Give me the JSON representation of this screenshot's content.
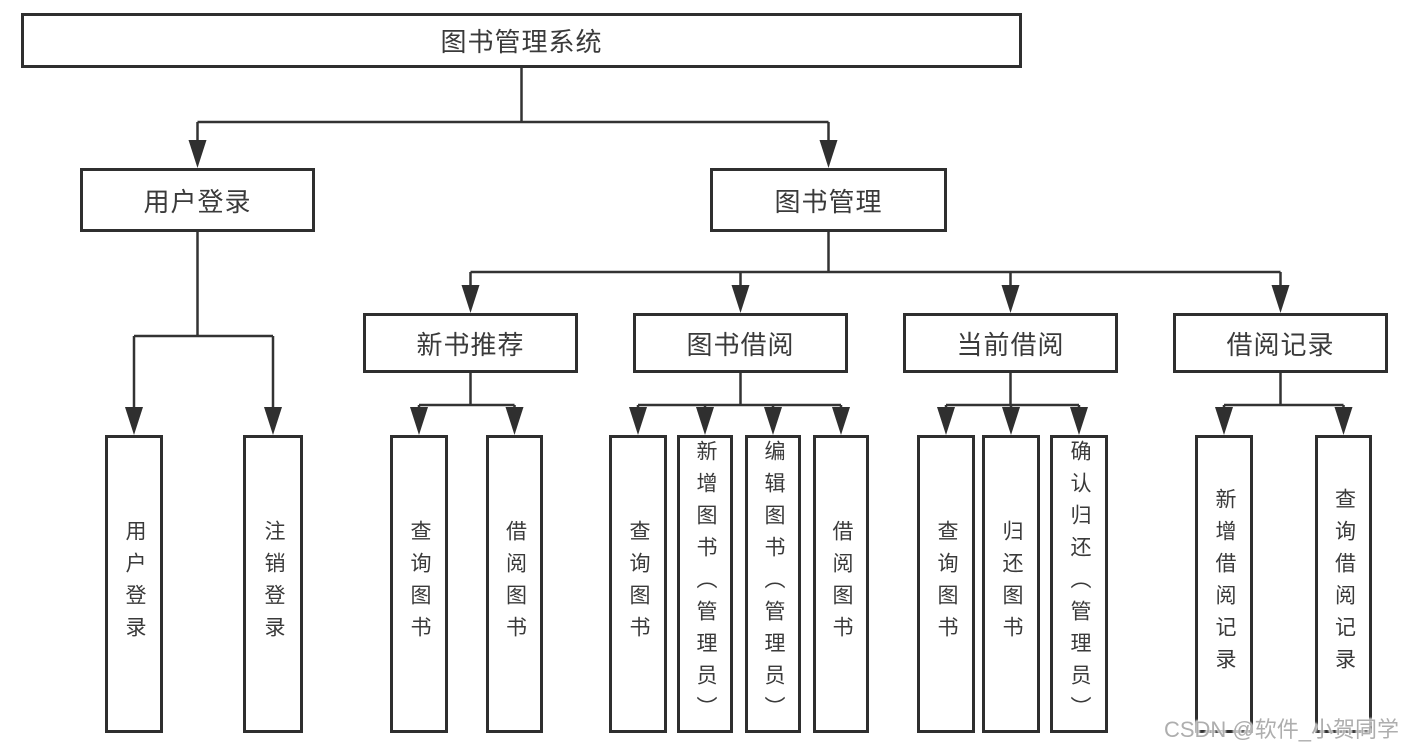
{
  "diagram": {
    "root": "图书管理系统",
    "branches": [
      {
        "label": "用户登录",
        "children": [
          "用户登录",
          "注销登录"
        ]
      },
      {
        "label": "图书管理",
        "groups": [
          {
            "label": "新书推荐",
            "children": [
              "查询图书",
              "借阅图书"
            ]
          },
          {
            "label": "图书借阅",
            "children": [
              "查询图书",
              "新增图书（管理员）",
              "编辑图书（管理员）",
              "借阅图书"
            ]
          },
          {
            "label": "当前借阅",
            "children": [
              "查询图书",
              "归还图书",
              "确认归还（管理员）"
            ]
          },
          {
            "label": "借阅记录",
            "children": [
              "新增借阅记录",
              "查询借阅记录"
            ]
          }
        ]
      }
    ]
  },
  "watermark": "CSDN @软件_小贺同学",
  "colors": {
    "box_border": "#2f2f2f",
    "connector_line": "#333333",
    "text": "#3a3a3a",
    "watermark": "#aeaeae",
    "background": "#ffffff"
  }
}
